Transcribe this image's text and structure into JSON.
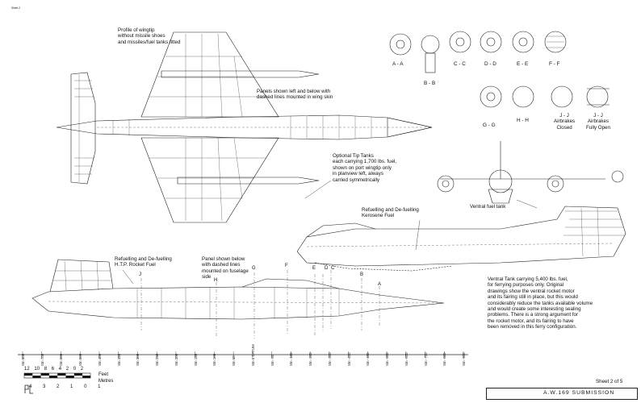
{
  "header": {
    "corner_tag": "Sheet 2"
  },
  "annotations": {
    "wingtip_profile": "Profile of wingtip\nwithout missile shoes\nand missiles/fuel tanks fitted",
    "panels_wing": "Panels shown left and below with\ndashed lines mounted in wing skin",
    "tip_tanks": "Optional Tip Tanks\neach carrying 1,700 lbs. fuel,\nshown on port wingtip only\nin planview left, always\ncarried symmetrically",
    "ventral_fuel_tank": "Ventral fuel tank",
    "kerosene": "Refuelling and De-fuelling\nKerosene Fuel",
    "htp": "Refuelling and De-fuelling\nH.T.P. Rocket Fuel",
    "panel_fuselage": "Panel shown below\nwith dashed lines\nmounted on fuselage\nside",
    "ventral_tank_note": "Ventral Tank carrying 5,400 lbs. fuel,\nfor ferrying purposes only. Original\ndrawings show the ventral rocket motor\nand its fairing still in place, but this would\nconsiderably reduce the tanks available volume\nand would create some interesting sealing\nproblems. There is a strong argument for\nthe rocket motor, and its fairing to have\nbeen removed in this ferry configuration.",
    "airbrakes_closed": "J - J\nAirbrakes\nClosed",
    "airbrakes_open": "J - J\nAirbrakes\nFully Open"
  },
  "sections": {
    "aa": "A - A",
    "bb": "B - B",
    "cc": "C - C",
    "dd": "D - D",
    "ee": "E - E",
    "ff": "F - F",
    "gg": "G - G",
    "hh": "H - H"
  },
  "station_markers": [
    "J",
    "H",
    "G",
    "F",
    "E",
    "D",
    "C",
    "B",
    "A"
  ],
  "station_ticks": [
    "Stn 800",
    "Stn 700",
    "Stn 600",
    "Stn 500",
    "Stn 400",
    "Stn 350",
    "Stn 300",
    "Stn 250",
    "Stn 200",
    "Stn 150",
    "Stn 100",
    "Stn 50",
    "Stn 0 DATUM",
    "Stn -50",
    "Stn -100",
    "Stn -200",
    "Stn -300",
    "Stn -400",
    "Stn -450",
    "Stn -500",
    "Stn -600",
    "Stn -700",
    "Stn -800",
    "Stn -900"
  ],
  "scale_bar": {
    "feet_values": [
      "12",
      "10",
      "8",
      "6",
      "4",
      "2",
      "0",
      "2"
    ],
    "metres_values": [
      "4",
      "3",
      "2",
      "1",
      "0",
      "1"
    ],
    "feet_label": "Feet",
    "metres_label": "Metres"
  },
  "title_block": {
    "sheet": "Sheet 2 of 5",
    "submission": "A.W.169  SUBMISSION"
  }
}
